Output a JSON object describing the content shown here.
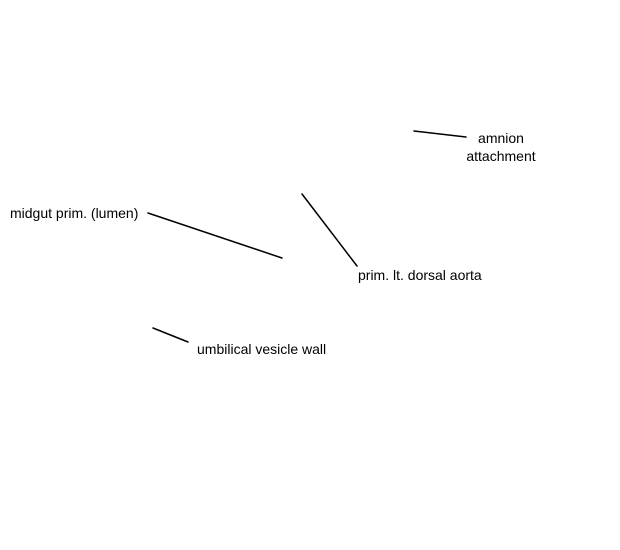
{
  "labels": {
    "amnion_line1": "amnion",
    "amnion_line2": "attachment",
    "midgut": "midgut prim. (lumen)",
    "aorta": "prim. lt. dorsal aorta",
    "umbilical": "umbilical vesicle wall"
  },
  "colors": {
    "background": "#ffffff",
    "text": "#000000",
    "leader_lines": "#000000"
  }
}
